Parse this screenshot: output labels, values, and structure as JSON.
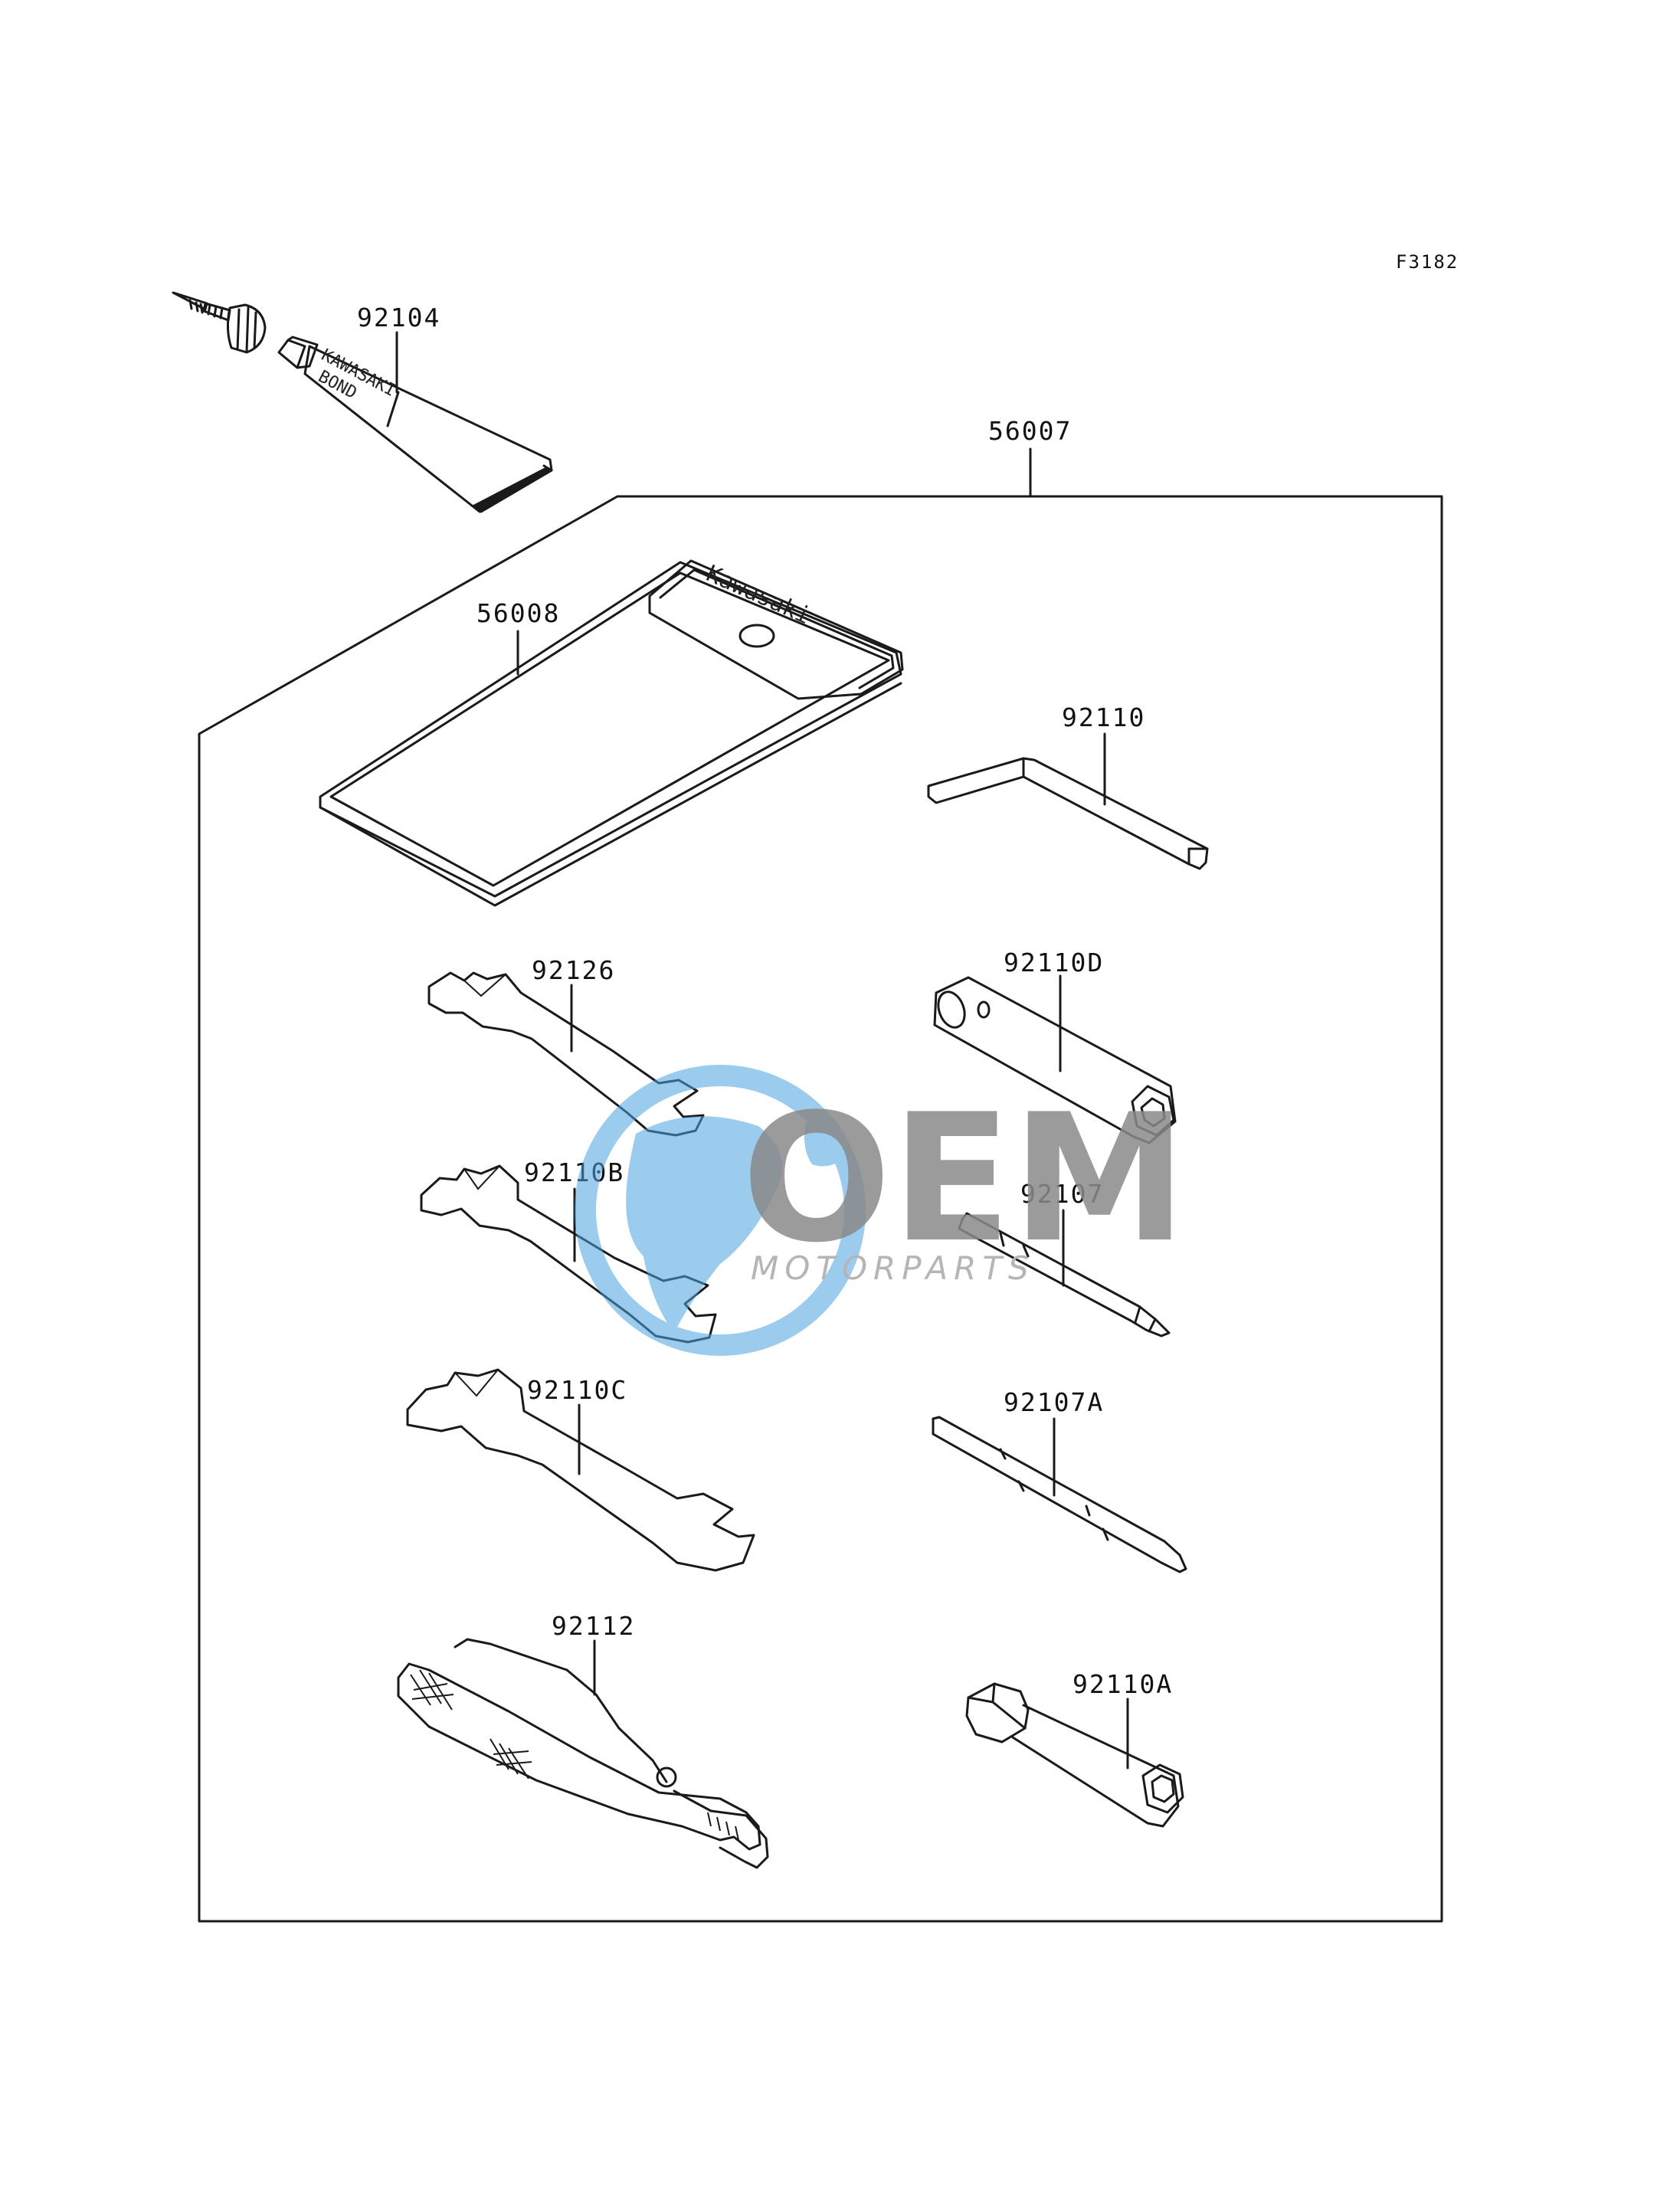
{
  "figure_code": "F3182",
  "tube_text": {
    "line1": "KAWASAKI",
    "line2": "BOND"
  },
  "pouch_brand": "Kawasaki",
  "parts": {
    "p92104": "92104",
    "p56007": "56007",
    "p56008": "56008",
    "p92110": "92110",
    "p92126": "92126",
    "p92110D": "92110D",
    "p92110B": "92110B",
    "p92107": "92107",
    "p92110C": "92110C",
    "p92107A": "92107A",
    "p92112": "92112",
    "p92110A": "92110A"
  },
  "watermark": {
    "logo_text": "OEM",
    "sub_text": "MOTORPARTS",
    "globe_color": "#4aa3df",
    "letter_color": "#8a8a8a"
  }
}
